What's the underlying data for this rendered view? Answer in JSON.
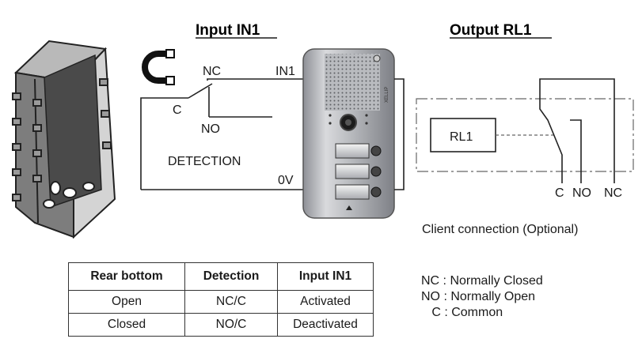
{
  "titles": {
    "input": "Input IN1",
    "output": "Output RL1"
  },
  "input_circuit": {
    "nc": "NC",
    "c": "C",
    "no": "NO",
    "in1": "IN1",
    "detection": "DETECTION",
    "zero_v": "0V"
  },
  "output_circuit": {
    "relay": "RL1",
    "c": "C",
    "no": "NO",
    "nc": "NC",
    "client_caption": "Client connection (Optional)"
  },
  "table": {
    "headers": [
      "Rear bottom",
      "Detection",
      "Input IN1"
    ],
    "rows": [
      [
        "Open",
        "NC/C",
        "Activated"
      ],
      [
        "Closed",
        "NO/C",
        "Deactivated"
      ]
    ]
  },
  "legend": {
    "nc": "NC : Normally Closed",
    "no": "NO : Normally Open",
    "c": "   C : Common"
  },
  "device": {
    "brand_text": "XELLIP"
  }
}
